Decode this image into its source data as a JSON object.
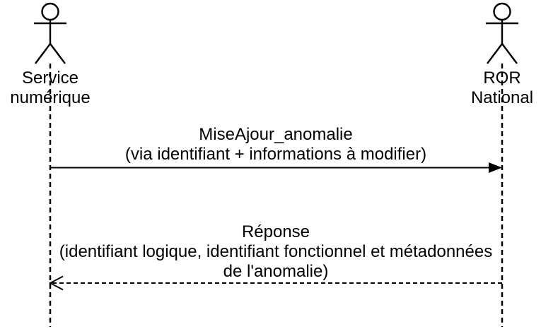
{
  "diagram": {
    "type": "uml-sequence-diagram",
    "background_color": "#ffffff",
    "stroke_color": "#000000",
    "actors": [
      {
        "id": "service-numerique",
        "name_lines": [
          "Service",
          "numérique"
        ]
      },
      {
        "id": "ror-national",
        "name_lines": [
          "ROR",
          "National"
        ]
      }
    ],
    "messages": [
      {
        "from": "Service numérique",
        "to": "ROR National",
        "line_style": "solid",
        "arrowhead": "filled",
        "label_lines": [
          "MiseAjour_anomalie",
          "(via identifiant + informations à modifier)"
        ]
      },
      {
        "from": "ROR National",
        "to": "Service numérique",
        "line_style": "dashed",
        "arrowhead": "open",
        "label_lines": [
          "Réponse",
          "(identifiant logique, identifiant fonctionnel et métadonnées",
          "de l'anomalie)"
        ]
      }
    ]
  }
}
